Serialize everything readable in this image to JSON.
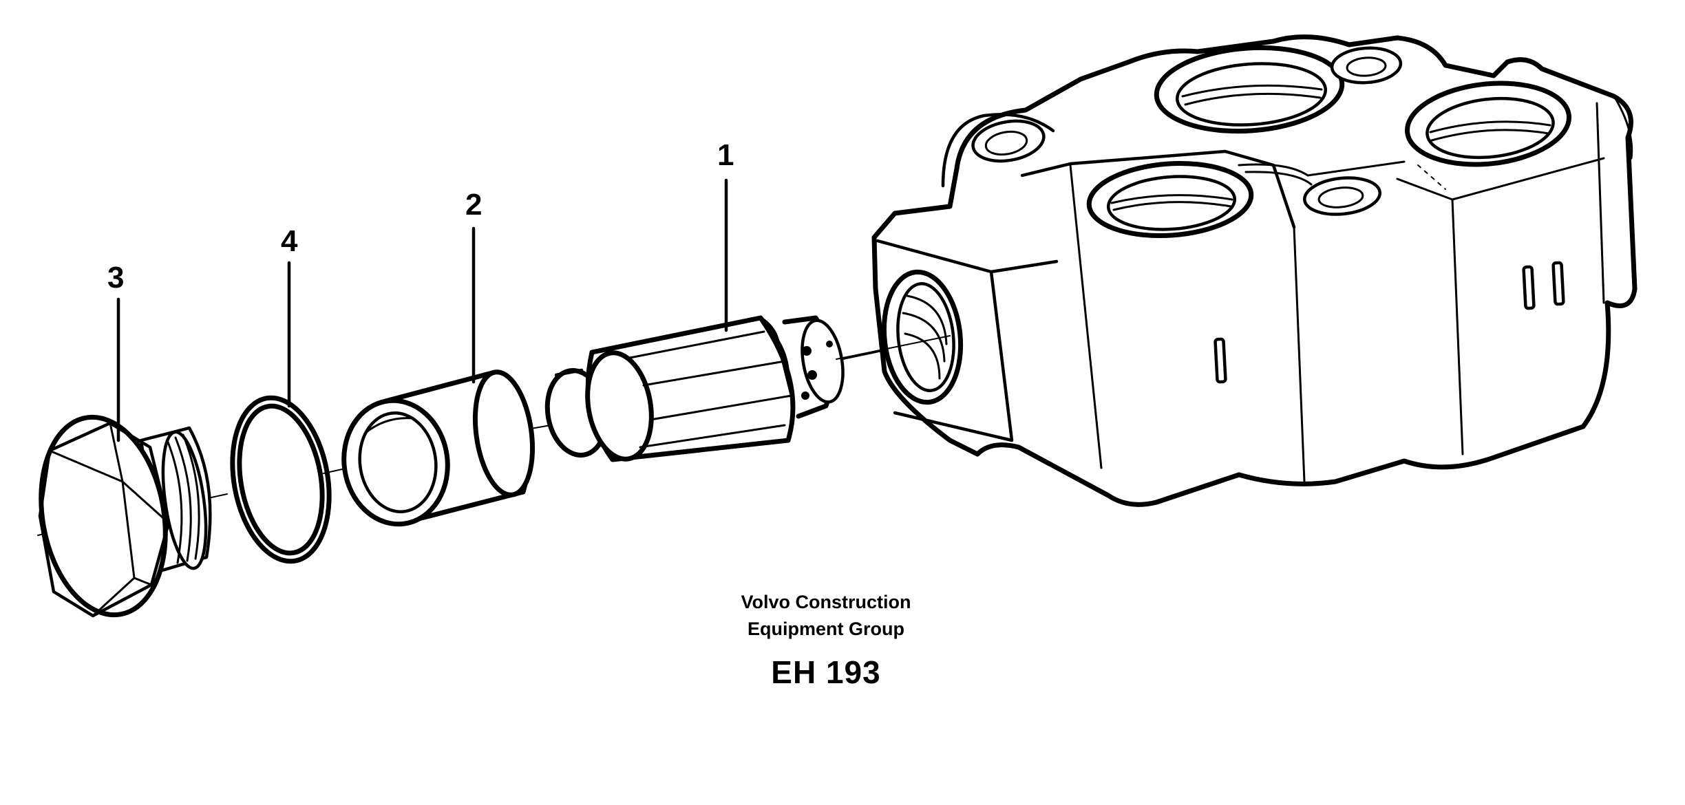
{
  "callouts": [
    {
      "id": "1",
      "label": "1"
    },
    {
      "id": "2",
      "label": "2"
    },
    {
      "id": "3",
      "label": "3"
    },
    {
      "id": "4",
      "label": "4"
    }
  ],
  "caption": {
    "line1": "Volvo Construction",
    "line2": "Equipment Group",
    "code": "EH 193"
  },
  "parts": [
    {
      "callout": "1",
      "name": "valve-cartridge"
    },
    {
      "callout": "2",
      "name": "sleeve"
    },
    {
      "callout": "3",
      "name": "plug"
    },
    {
      "callout": "4",
      "name": "o-ring"
    }
  ],
  "colors": {
    "ink": "#000000",
    "paper": "#ffffff"
  }
}
